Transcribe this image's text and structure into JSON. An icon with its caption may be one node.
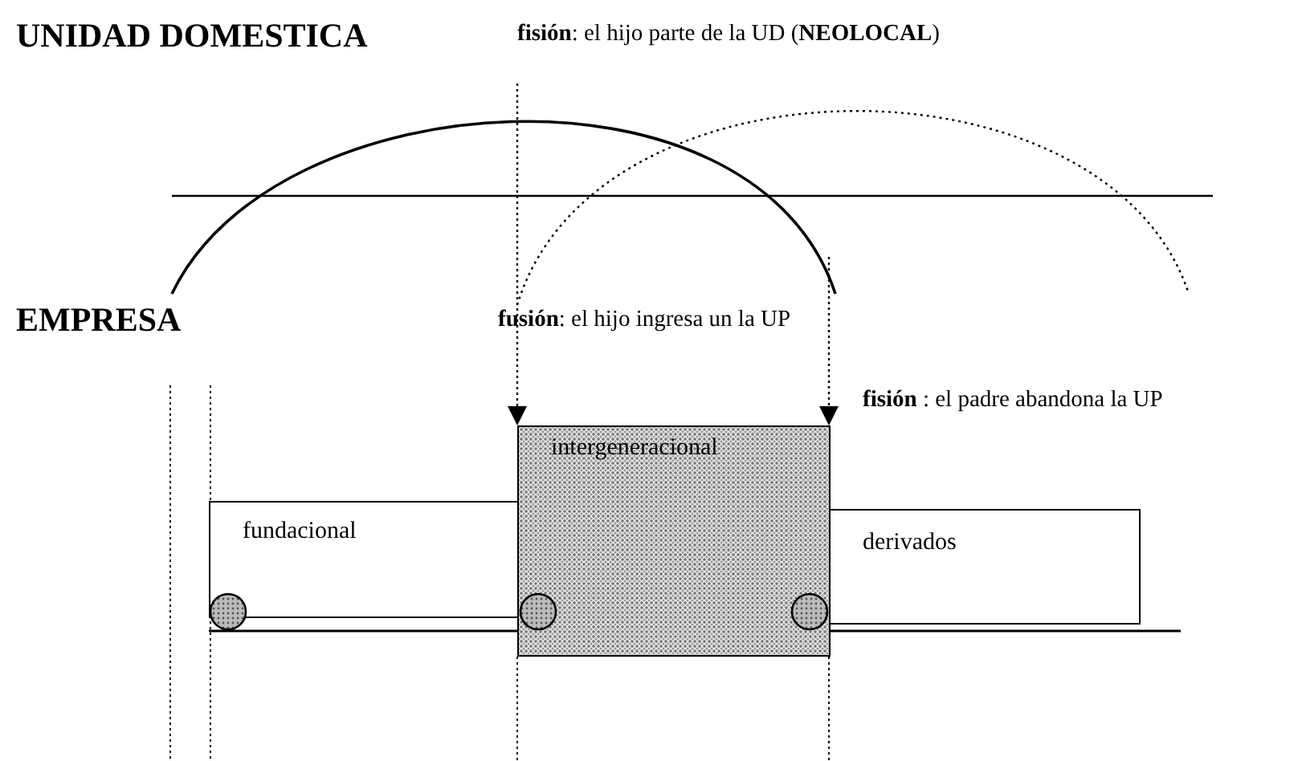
{
  "diagram": {
    "nodes": [
      {
        "text": [
          "fundacional"
        ]
      },
      {
        "text": [
          "intergeneracional"
        ]
      },
      {
        "text": [
          "derivados"
        ]
      }
    ],
    "edges": [
      {
        "from": null,
        "to": 1,
        "arrow": "to",
        "style": "dashed"
      },
      {
        "from": null,
        "to": 1,
        "arrow": "to",
        "style": "dashed"
      }
    ],
    "labels": [
      "UNIDAD DOMESTICA",
      "**fisión**: el hijo parte de la UD (**NEOLOCAL**)",
      "EMPRESA",
      "**fusión**: el hijo ingresa un la UP",
      "**fisión** : el padre abandona la UP"
    ]
  }
}
